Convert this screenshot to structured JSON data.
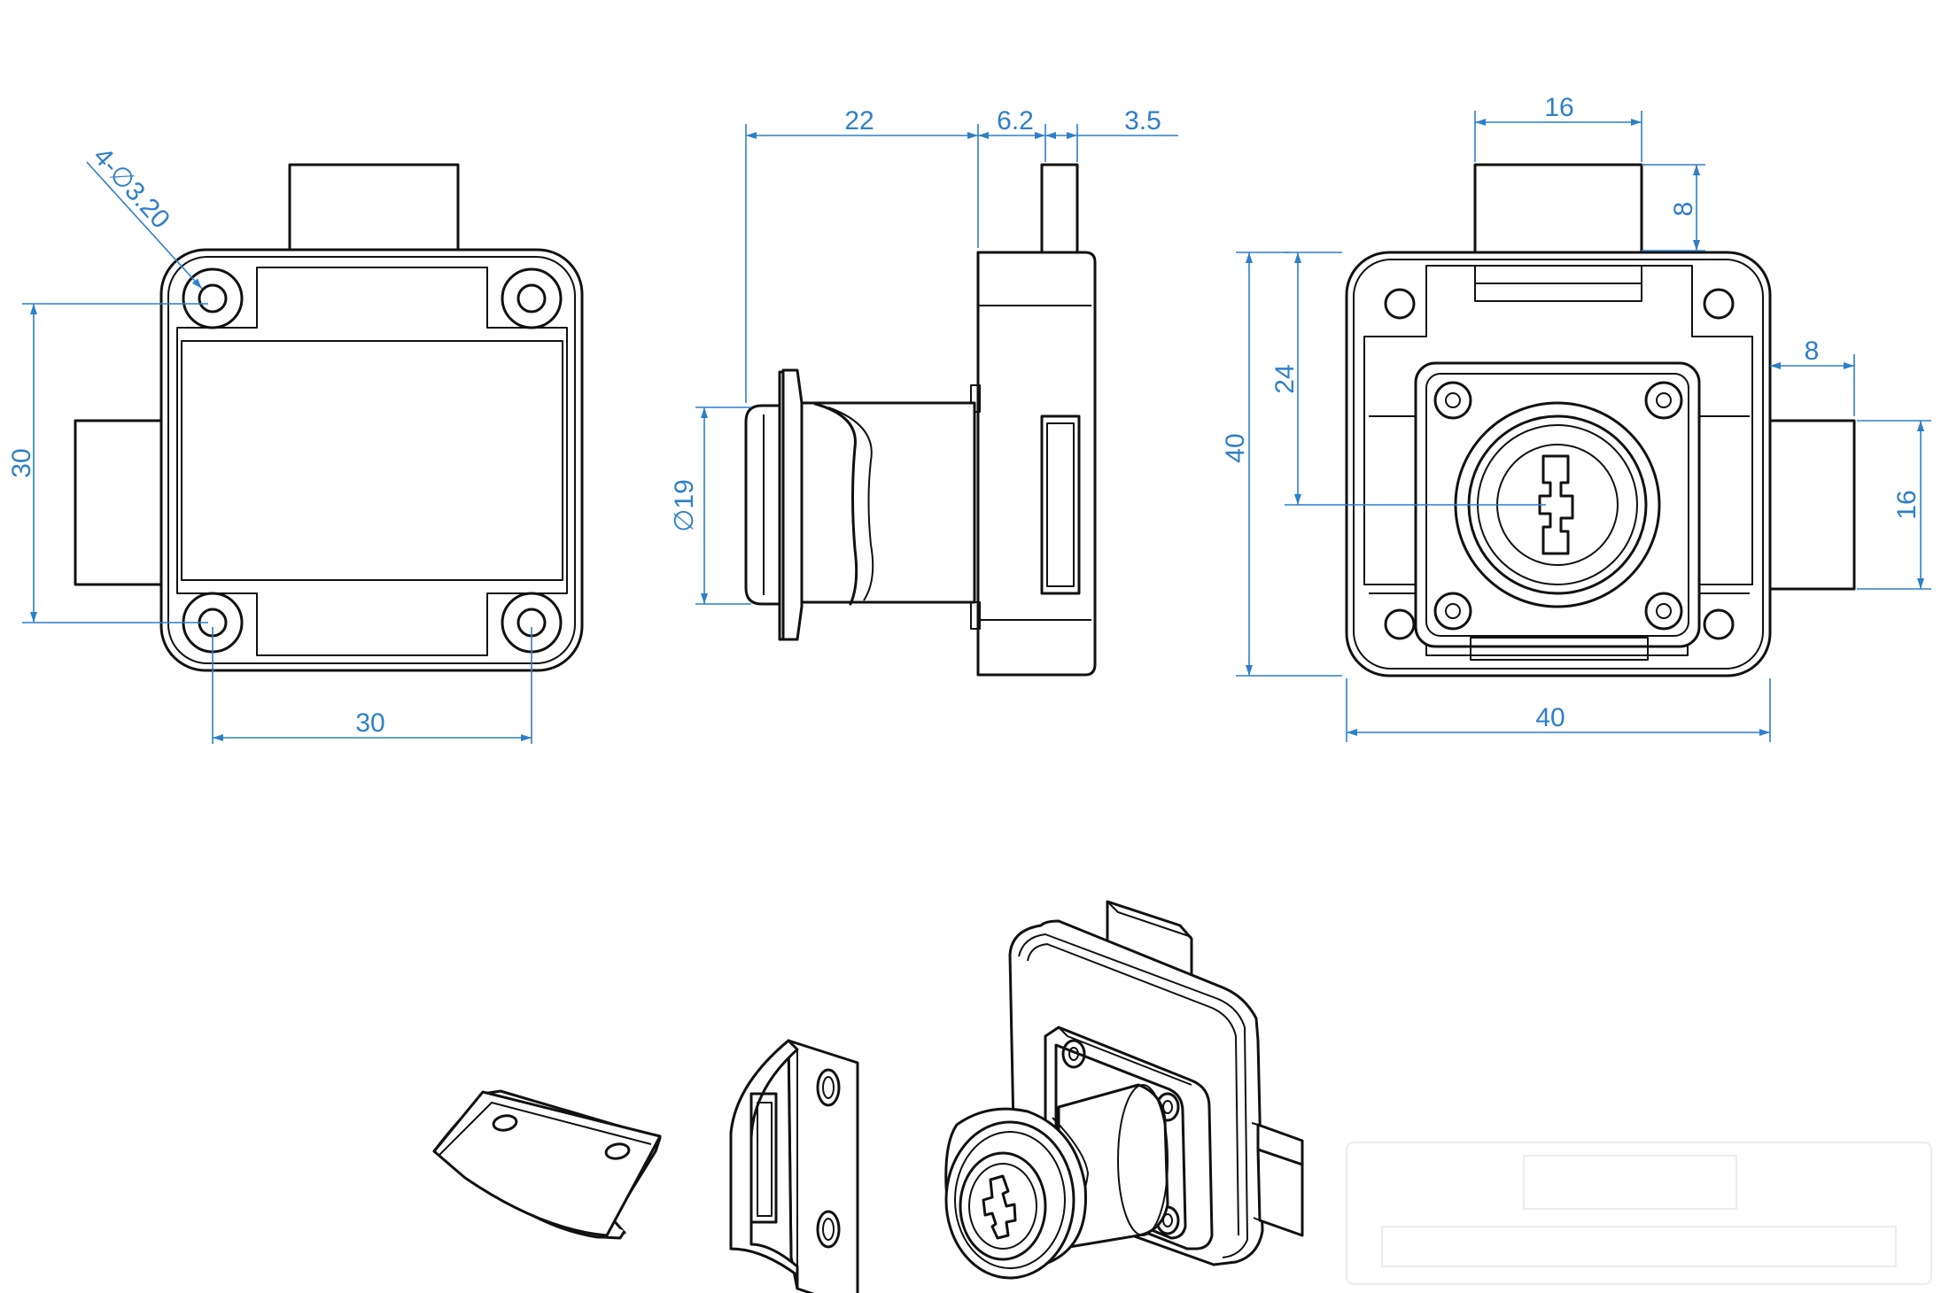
{
  "colors": {
    "line": "#111111",
    "dimension": "#2f7fc8",
    "background": "#ffffff"
  },
  "dimensions": {
    "front": {
      "hole_callout": "4-∅3.20",
      "height": "30",
      "width": "30"
    },
    "side": {
      "body_depth": "22",
      "flange": "6.2",
      "bolt": "3.5",
      "cylinder_diameter": "∅19"
    },
    "back": {
      "bolt_width": "16",
      "bolt_top_projection": "8",
      "center_height": "24",
      "overall_height": "40",
      "bolt_side_projection": "8",
      "bolt_side_width": "16",
      "overall_width": "40"
    }
  },
  "views": [
    "front-view",
    "side-view",
    "back-view",
    "strike-plate-flat",
    "strike-plate-angle",
    "lock-isometric"
  ]
}
